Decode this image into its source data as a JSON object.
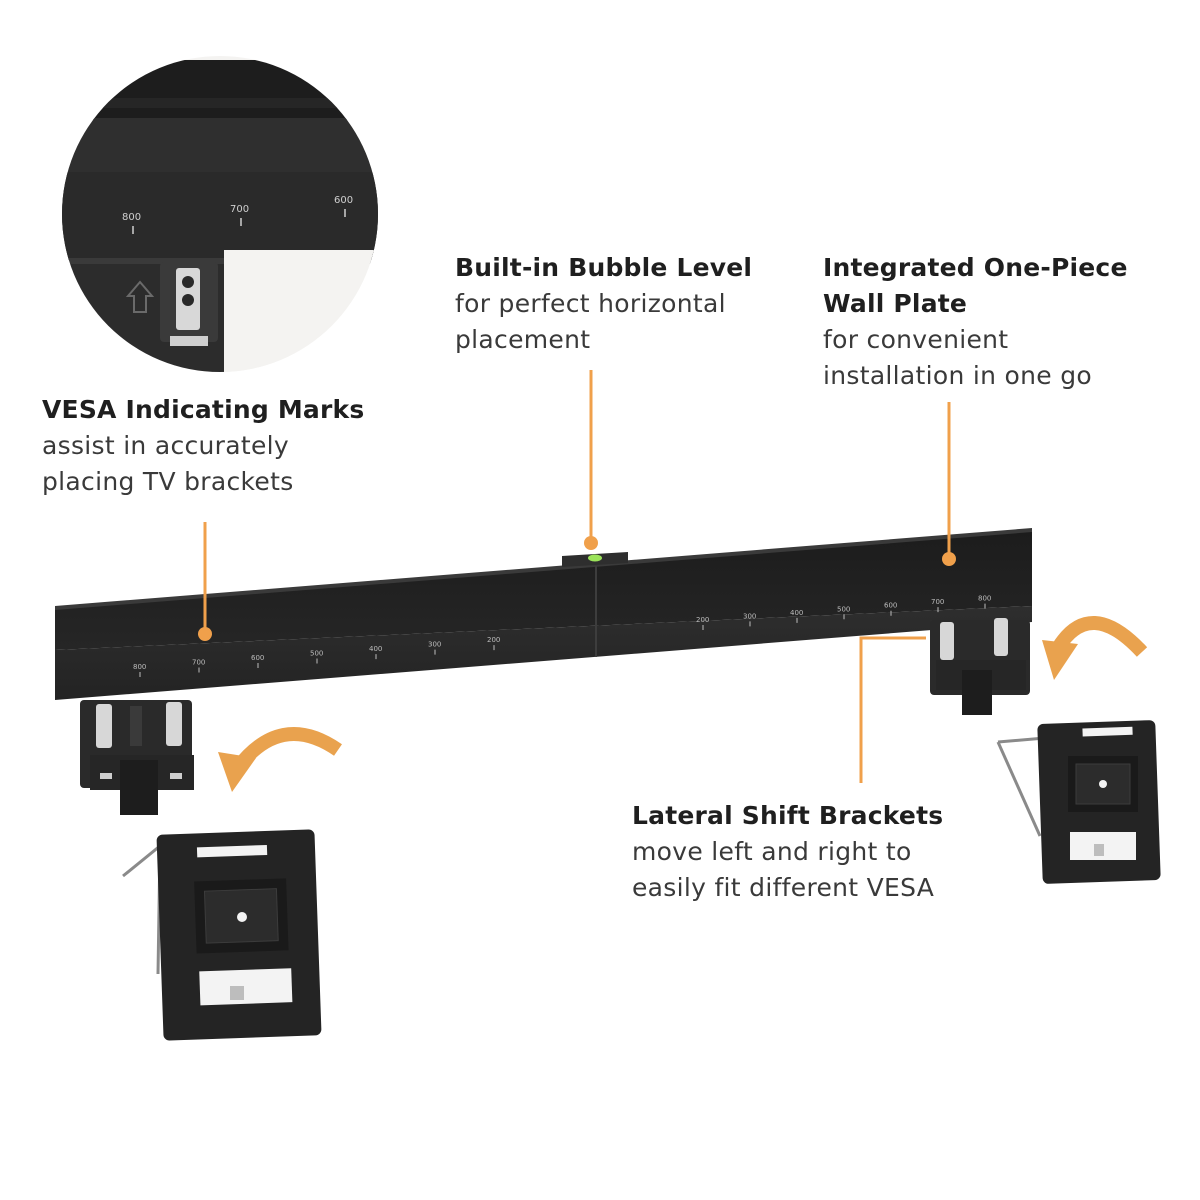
{
  "callouts": {
    "vesa": {
      "title": "VESA Indicating Marks",
      "desc_lines": [
        "assist in accurately",
        "placing TV brackets"
      ]
    },
    "level": {
      "title": "Built-in Bubble Level",
      "desc_lines": [
        "for perfect horizontal",
        "placement"
      ]
    },
    "plate": {
      "title_lines": [
        "Integrated One-Piece",
        "Wall Plate"
      ],
      "desc_lines": [
        "for convenient",
        "installation in one go"
      ]
    },
    "shift": {
      "title": "Lateral Shift Brackets",
      "desc_lines": [
        "move left and right to",
        "easily fit different VESA"
      ]
    }
  },
  "zoom_marks": [
    "800",
    "700",
    "600"
  ],
  "bar_marks_left": [
    "800",
    "700",
    "600",
    "500",
    "400",
    "300",
    "200"
  ],
  "bar_marks_right": [
    "200",
    "300",
    "400",
    "500",
    "600",
    "700",
    "800"
  ],
  "colors": {
    "accent": "#f0a04b",
    "bar": "#2a2a2a",
    "bar_top": "#1f1f1f",
    "bubble": "#9be35a",
    "arrow": "#e9a24e"
  },
  "icons": {
    "zoom_arrow": "arrow-up-icon",
    "rotate_arrow": "curved-arrow-icon"
  }
}
